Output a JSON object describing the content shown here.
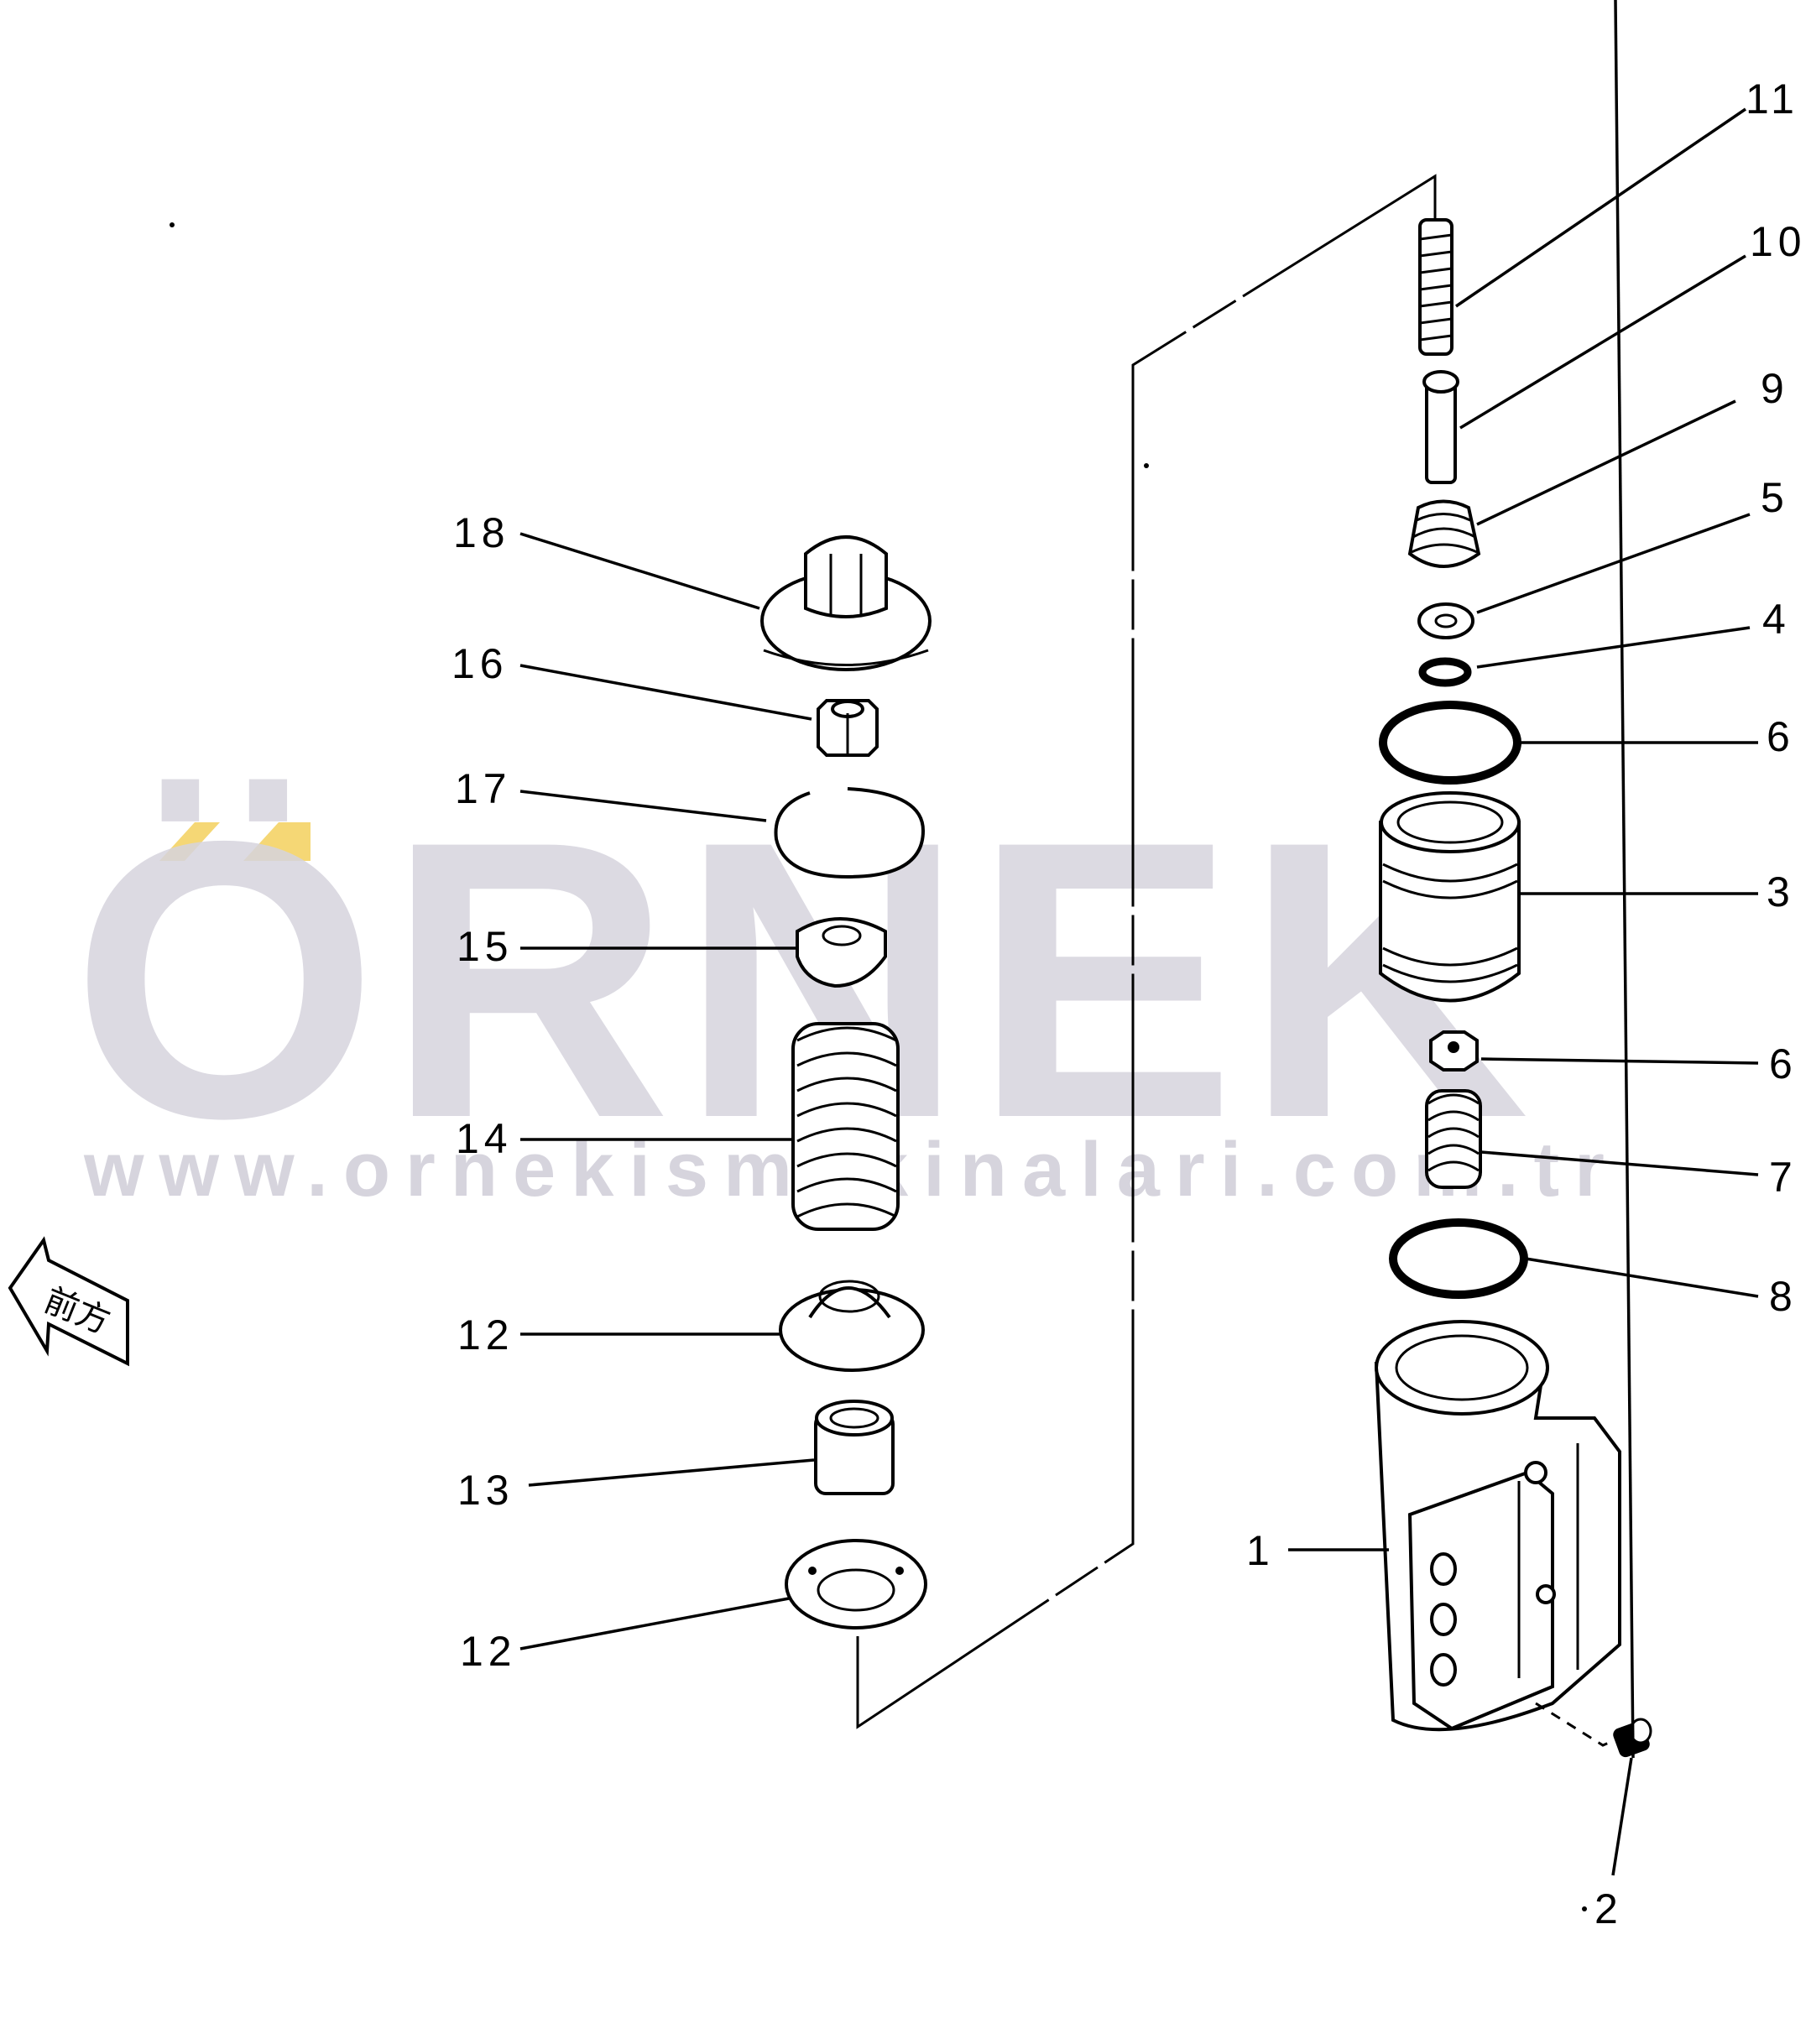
{
  "diagram": {
    "part_labels": {
      "p1": "1",
      "p2": "2",
      "p3": "3",
      "p4": "4",
      "p5": "5",
      "p6a": "6",
      "p6b": "6",
      "p7": "7",
      "p8": "8",
      "p9": "9",
      "p10": "10",
      "p11": "11",
      "p12a": "12",
      "p12b": "12",
      "p13": "13",
      "p14": "14",
      "p15": "15",
      "p16": "16",
      "p17": "17",
      "p18": "18"
    },
    "direction_marker": {
      "text": "前方",
      "icon": "arrow-left-icon"
    },
    "watermark": {
      "brand": "ÖRNEK",
      "url": "www.ornekismakinalari.com.tr",
      "accent_color": "#f5d775",
      "color": "#d6d4de"
    }
  }
}
